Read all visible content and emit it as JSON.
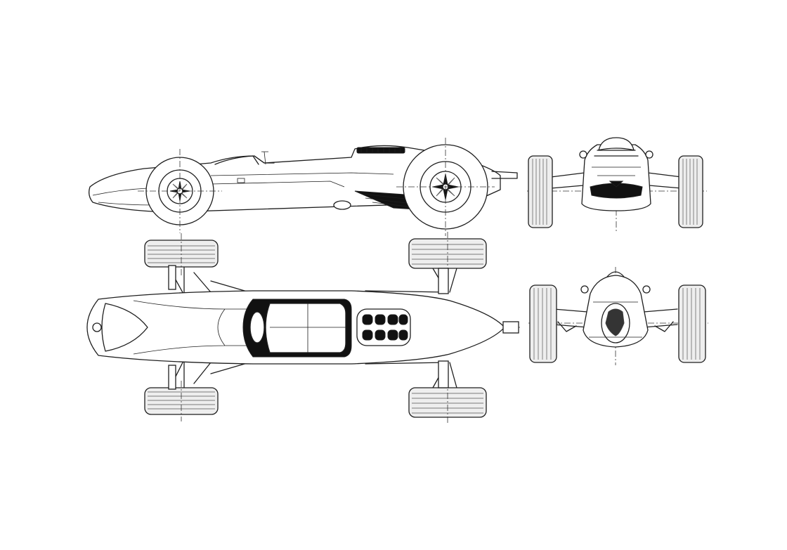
{
  "colors": {
    "paper": "#ffffff",
    "line": "#1e1e1e",
    "fill_dark": "#111111",
    "tire_fill": "#eeeeee",
    "center_line": "#333333"
  },
  "views": [
    {
      "id": "side",
      "label": "",
      "kind": "side-elevation"
    },
    {
      "id": "front",
      "label": "",
      "kind": "front-elevation"
    },
    {
      "id": "top",
      "label": "",
      "kind": "plan"
    },
    {
      "id": "rear",
      "label": "",
      "kind": "rear-elevation"
    }
  ]
}
